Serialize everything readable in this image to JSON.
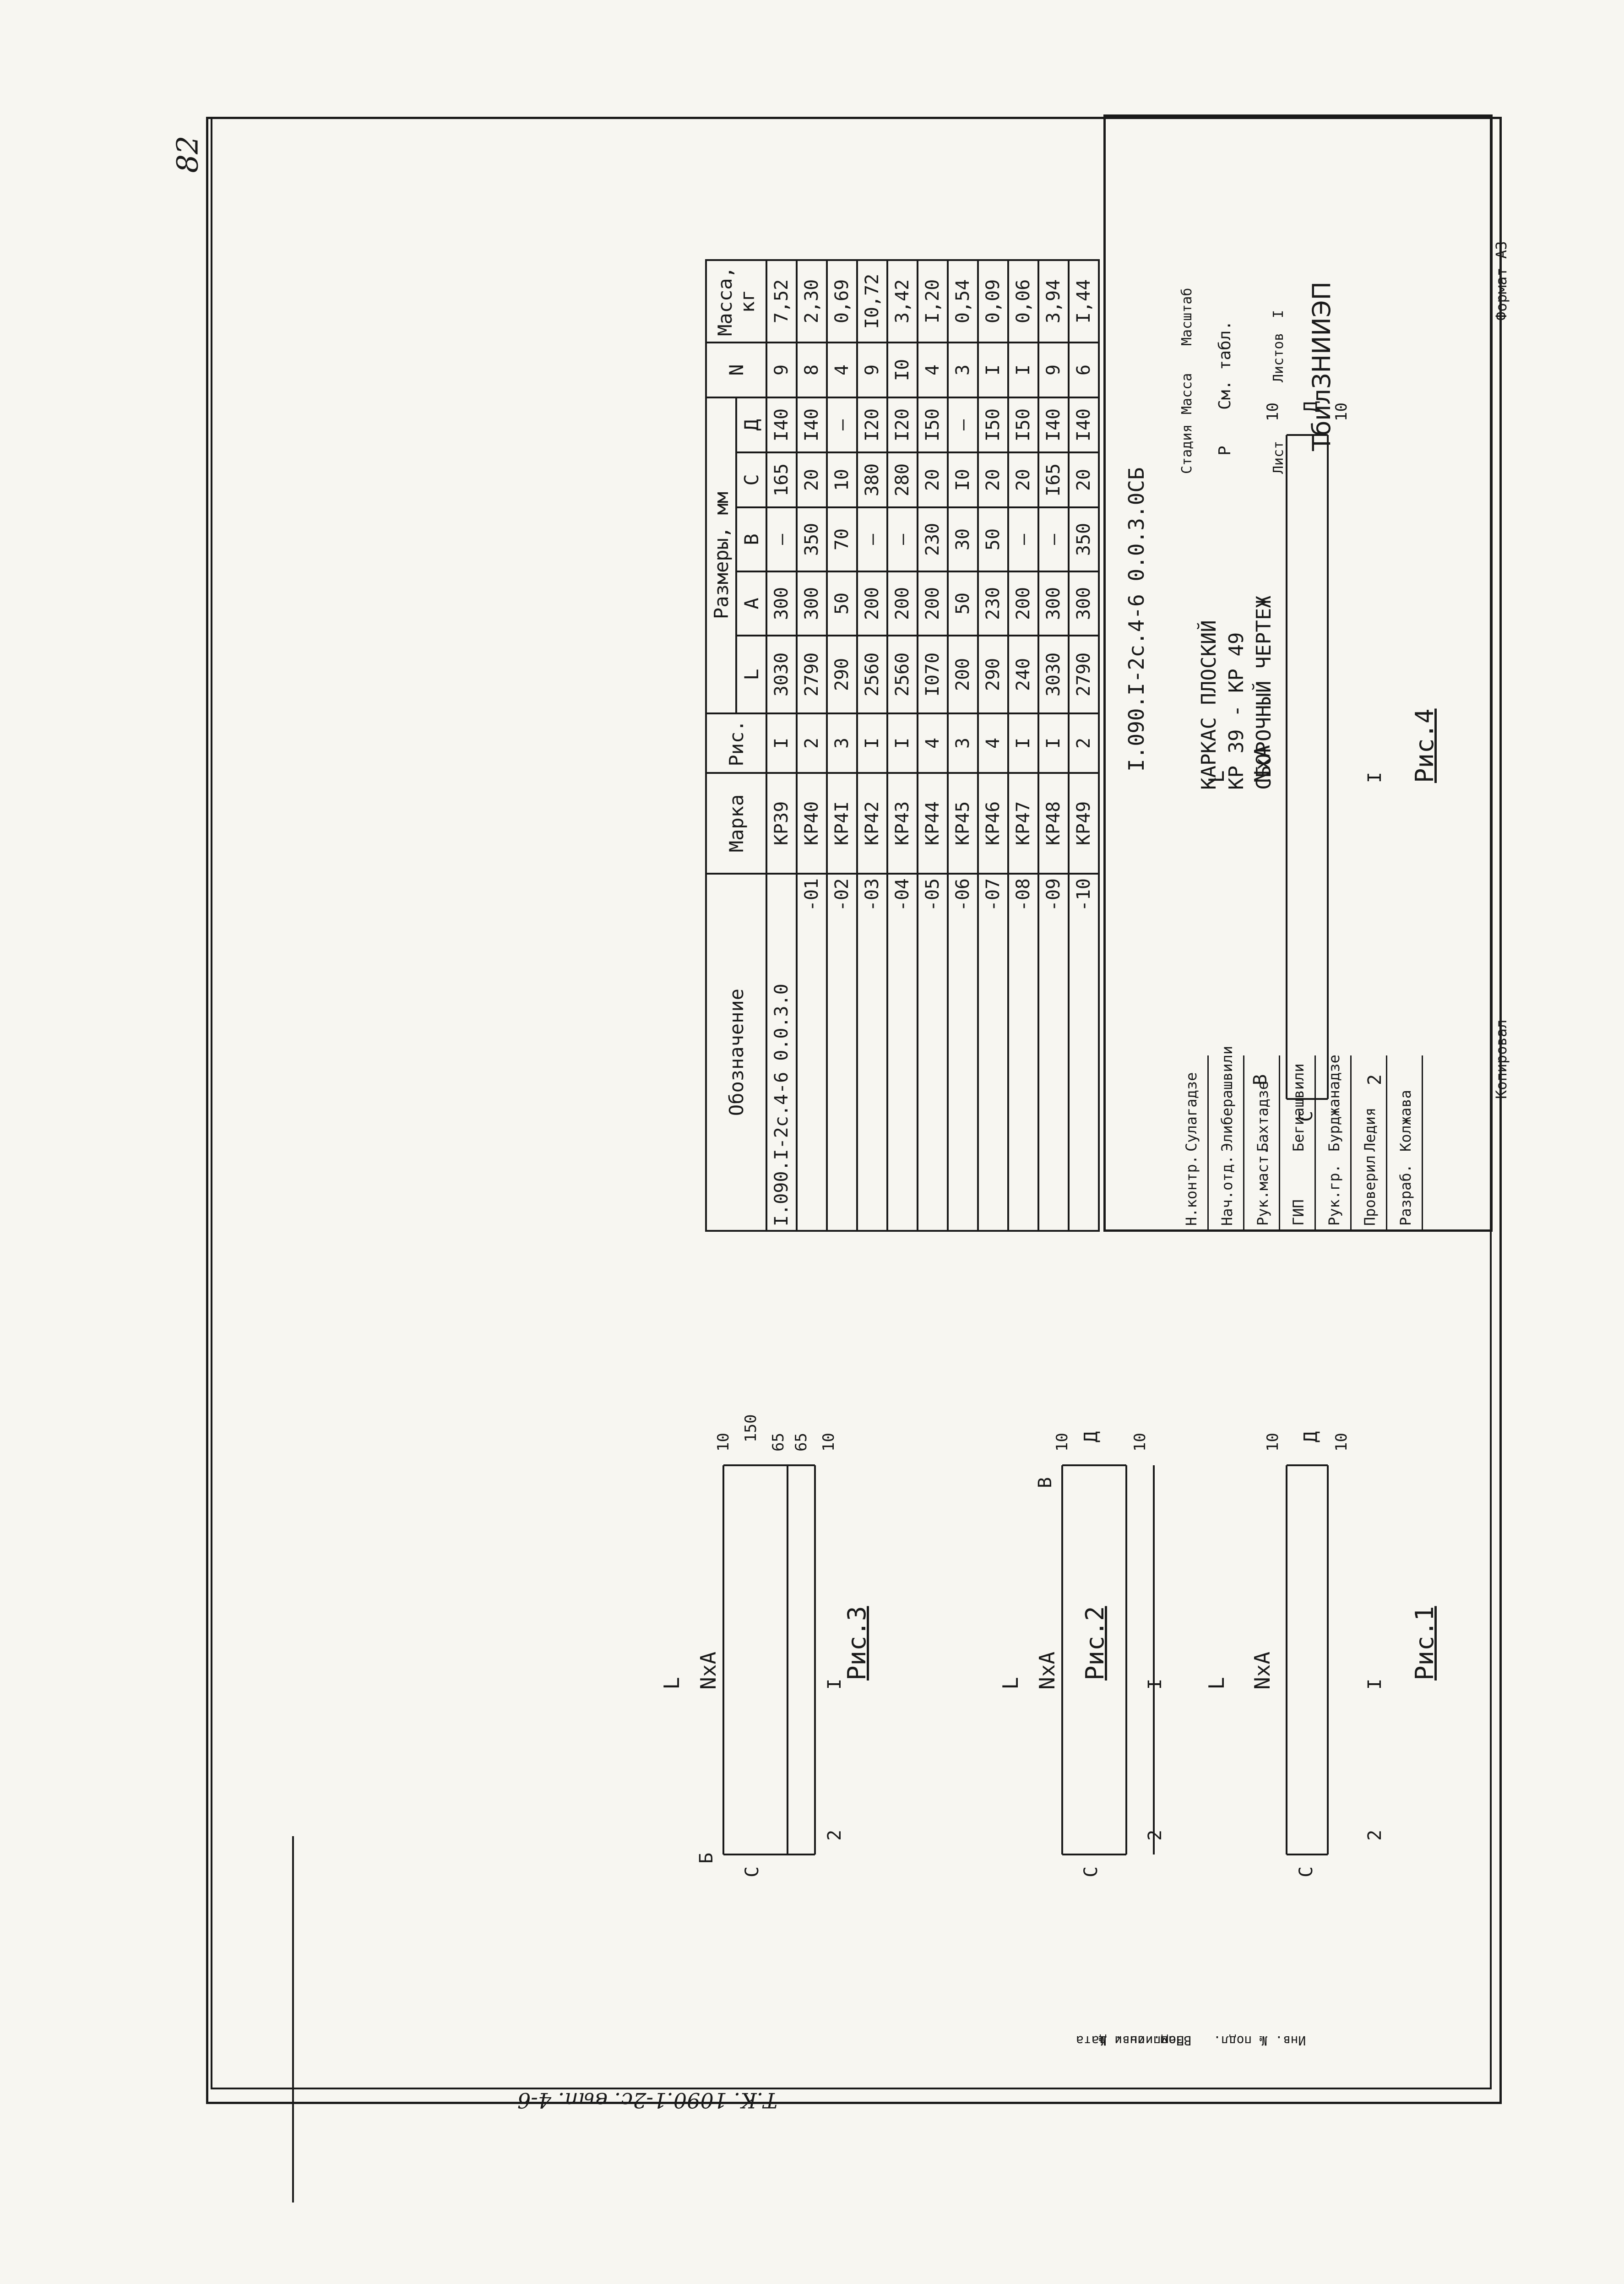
{
  "page_number": "82",
  "figures": [
    {
      "title": "Рис.1",
      "labels": {
        "pos1": "I",
        "pos2": "2",
        "nxa": "NxA",
        "l": "L",
        "c": "C",
        "d": "Д",
        "d10a": "10",
        "d10b": "10"
      }
    },
    {
      "title": "Рис.2",
      "labels": {
        "pos1": "I",
        "pos2": "2",
        "nxa": "NxA",
        "l": "L",
        "c": "C",
        "b": "B",
        "d": "Д",
        "d10a": "10",
        "d10b": "10"
      }
    },
    {
      "title": "Рис.3",
      "labels": {
        "pos1": "I",
        "pos2": "2",
        "nxa": "NxA",
        "l": "L",
        "c": "C",
        "b": "Б",
        "d150": "150",
        "d65a": "65",
        "d65b": "65",
        "d10a": "10",
        "d10b": "10"
      }
    },
    {
      "title": "Рис.4",
      "labels": {
        "pos1": "I",
        "pos2": "2",
        "nxa": "NxA",
        "l": "L",
        "c": "C",
        "b": "B",
        "d": "Д",
        "d10a": "10",
        "d10b": "10"
      }
    }
  ],
  "table": {
    "headers": {
      "designation": "Обозначение",
      "mark": "Марка",
      "fig": "Рис.",
      "dims": "Размеры, мм",
      "n": "N",
      "mass": "Масса, кг"
    },
    "dim_cols": [
      "L",
      "A",
      "B",
      "C",
      "Д"
    ],
    "rows": [
      {
        "designation": "I.090.I-2c.4-6 0.0.3.0",
        "mark": "КР39",
        "fig": "I",
        "L": "3030",
        "A": "300",
        "B": "—",
        "C": "165",
        "D": "I40",
        "N": "9",
        "mass": "7,52"
      },
      {
        "designation": "-01",
        "mark": "КР40",
        "fig": "2",
        "L": "2790",
        "A": "300",
        "B": "350",
        "C": "20",
        "D": "I40",
        "N": "8",
        "mass": "2,30"
      },
      {
        "designation": "-02",
        "mark": "КР4I",
        "fig": "3",
        "L": "290",
        "A": "50",
        "B": "70",
        "C": "10",
        "D": "—",
        "N": "4",
        "mass": "0,69"
      },
      {
        "designation": "-03",
        "mark": "КР42",
        "fig": "I",
        "L": "2560",
        "A": "200",
        "B": "—",
        "C": "380",
        "D": "I20",
        "N": "9",
        "mass": "I0,72"
      },
      {
        "designation": "-04",
        "mark": "КР43",
        "fig": "I",
        "L": "2560",
        "A": "200",
        "B": "—",
        "C": "280",
        "D": "I20",
        "N": "I0",
        "mass": "3,42"
      },
      {
        "designation": "-05",
        "mark": "КР44",
        "fig": "4",
        "L": "I070",
        "A": "200",
        "B": "230",
        "C": "20",
        "D": "I50",
        "N": "4",
        "mass": "I,20"
      },
      {
        "designation": "-06",
        "mark": "КР45",
        "fig": "3",
        "L": "200",
        "A": "50",
        "B": "30",
        "C": "I0",
        "D": "—",
        "N": "3",
        "mass": "0,54"
      },
      {
        "designation": "-07",
        "mark": "КР46",
        "fig": "4",
        "L": "290",
        "A": "230",
        "B": "50",
        "C": "20",
        "D": "I50",
        "N": "I",
        "mass": "0,09"
      },
      {
        "designation": "-08",
        "mark": "КР47",
        "fig": "I",
        "L": "240",
        "A": "200",
        "B": "—",
        "C": "20",
        "D": "I50",
        "N": "I",
        "mass": "0,06"
      },
      {
        "designation": "-09",
        "mark": "КР48",
        "fig": "I",
        "L": "3030",
        "A": "300",
        "B": "—",
        "C": "I65",
        "D": "I40",
        "N": "9",
        "mass": "3,94"
      },
      {
        "designation": "-10",
        "mark": "КР49",
        "fig": "2",
        "L": "2790",
        "A": "300",
        "B": "350",
        "C": "20",
        "D": "I40",
        "N": "6",
        "mass": "I,44"
      }
    ]
  },
  "title_block": {
    "document_code": "I.090.I-2c.4-6 0.0.3.0СБ",
    "title_line1": "КАРКАС ПЛОСКИЙ",
    "title_line2": "КР 39 - КР 49",
    "title_line3": "СБОРОЧНЫЙ ЧЕРТЕЖ",
    "stage_label": "Стадия",
    "mass_label": "Масса",
    "scale_label": "Масштаб",
    "stage_value": "Р",
    "mass_value": "См. табл.",
    "sheet_label": "Лист",
    "sheets_label": "Листов",
    "sheets_value": "I",
    "organization": "ТбилЗНИИЭП",
    "roles": [
      {
        "role": "Н.контр.",
        "name": "Сулагадзе"
      },
      {
        "role": "Нач.отд.",
        "name": "Элиберашвили"
      },
      {
        "role": "Рук.маст.",
        "name": "Бахтадзе"
      },
      {
        "role": "ГИП",
        "name": "Бегиашвили"
      },
      {
        "role": "Рук.гр.",
        "name": "Бурджанадзе"
      },
      {
        "role": "Проверил",
        "name": "Ледия"
      },
      {
        "role": "Разраб.",
        "name": "Колжава"
      }
    ]
  },
  "footer": {
    "copied": "Копировал",
    "format": "Формат А3"
  },
  "side_strip": {
    "cells": [
      "Инв. № подл.",
      "Подпись и дата",
      "Взам. инв. №"
    ]
  },
  "inventory_note": "Т.К. 1090.1-2с. вып. 4-6",
  "colors": {
    "ink": "#1a1a1a",
    "paper": "#f7f6f1"
  }
}
